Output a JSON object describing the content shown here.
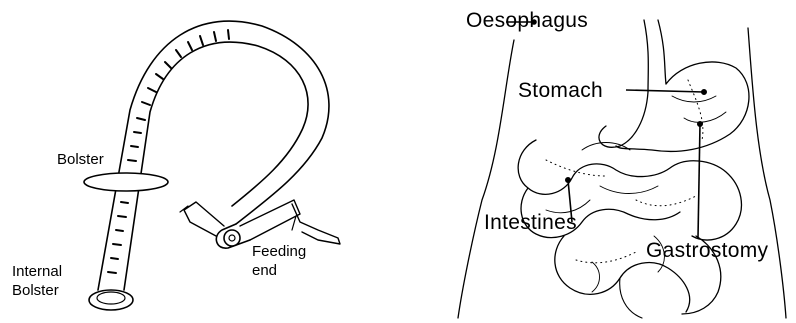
{
  "tube_diagram": {
    "labels": {
      "bolster": "Bolster",
      "internal_bolster_line1": "Internal",
      "internal_bolster_line2": "Bolster",
      "feeding_end_line1": "Feeding",
      "feeding_end_line2": "end"
    }
  },
  "anatomy_diagram": {
    "labels": {
      "oesophagus": "Oesophagus",
      "stomach": "Stomach",
      "intestines": "Intestines",
      "gastrostomy": "Gastrostomy"
    }
  },
  "colors": {
    "ink": "#000000",
    "background": "#ffffff"
  }
}
